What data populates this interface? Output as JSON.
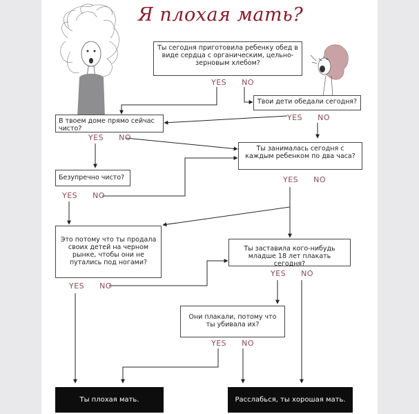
{
  "title": "Я плохая мать?",
  "questions": {
    "q1": "Ты сегодня приготовила ребенку обед в виде сердца с органическим, цельно-зерновым хлебом?",
    "q2": "Твои дети обедали сегодня?",
    "q3": "В твоем доме прямо сейчас чисто?",
    "q4": "Ты занималась сегодня с каждым ребенком по два часа?",
    "q5": "Безупречно чисто?",
    "q6": "Это потому что ты продала своих детей на черном рынке, чтобы они не путались под ногами?",
    "q7": "Ты заставила кого-нибудь младше 18 лет плакать сегодня?",
    "q8": "Они плакали, потому что ты убивала их?"
  },
  "answers": {
    "yes": "YES",
    "no": "NO"
  },
  "results": {
    "bad": "Ты плохая мать.",
    "good": "Расслабься, ты хорошая мать."
  },
  "colors": {
    "title": "#8b1a2a",
    "answer": "#8a4a54",
    "result_bg": "#0d0d0d"
  }
}
